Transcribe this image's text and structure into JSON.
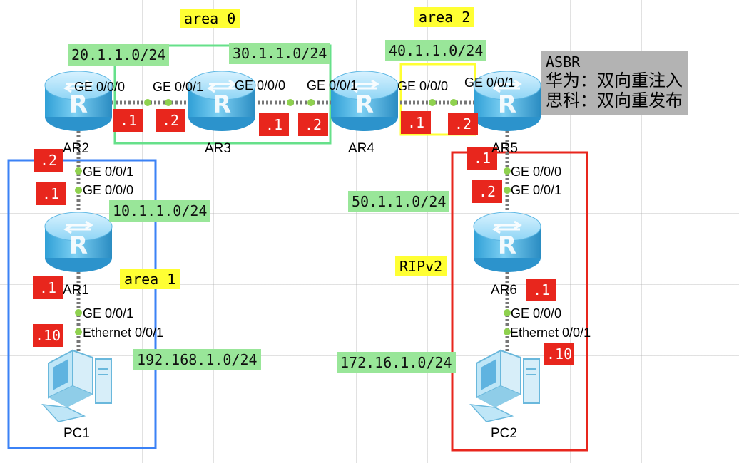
{
  "areas": {
    "area0": "area 0",
    "area2": "area 2",
    "area1": "area 1",
    "rip": "RIPv2"
  },
  "networks": {
    "n20": "20.1.1.0/24",
    "n30": "30.1.1.0/24",
    "n40": "40.1.1.0/24",
    "n10": "10.1.1.0/24",
    "n50": "50.1.1.0/24",
    "n192": "192.168.1.0/24",
    "n172": "172.16.1.0/24"
  },
  "devices": {
    "ar1": "AR1",
    "ar2": "AR2",
    "ar3": "AR3",
    "ar4": "AR4",
    "ar5": "AR5",
    "ar6": "AR6",
    "pc1": "PC1",
    "pc2": "PC2"
  },
  "ports": {
    "ar2_e": "GE 0/0/0",
    "ar3_w": "GE 0/0/1",
    "ar3_e": "GE 0/0/0",
    "ar4_w": "GE 0/0/1",
    "ar4_e": "GE 0/0/0",
    "ar5_w": "GE 0/0/1",
    "ar2_s": "GE 0/0/1",
    "ar1_n": "GE 0/0/0",
    "ar1_s": "GE 0/0/1",
    "pc1_n": "Ethernet 0/0/1",
    "ar5_s": "GE 0/0/0",
    "ar6_n": "GE 0/0/1",
    "ar6_s": "GE 0/0/0",
    "pc2_n": "Ethernet 0/0/1"
  },
  "ips": {
    "ar2_e": ".1",
    "ar3_w": ".2",
    "ar3_e": ".1",
    "ar4_w": ".2",
    "ar4_e": ".1",
    "ar5_w": ".2",
    "ar2_s": ".2",
    "ar1_n": ".1",
    "ar1_s": ".1",
    "pc1": ".10",
    "ar5_s": ".1",
    "ar6_n": ".2",
    "ar6_s": ".1",
    "pc2": ".10"
  },
  "asbr": {
    "title": "ASBR",
    "huawei": "华为：双向重注入",
    "cisco": "思科：双向重发布"
  },
  "colors": {
    "area0_box": "#66e08a",
    "area2_box": "#ffff33",
    "area1_box": "#3b82f6",
    "rip_box": "#e8261d",
    "router_body": "#6fc8f0",
    "link": "#777777",
    "port_dot": "#8fd14f"
  }
}
